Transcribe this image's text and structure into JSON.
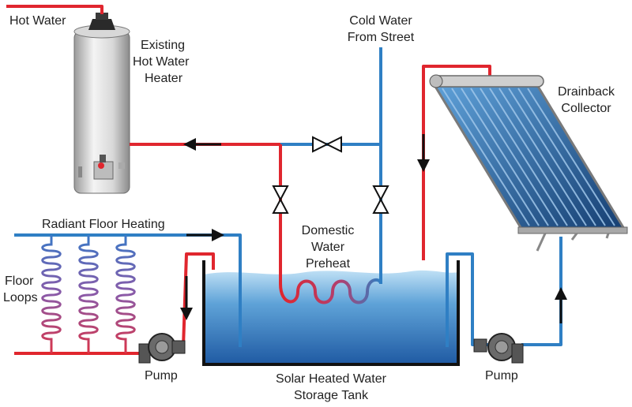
{
  "labels": {
    "hot_water": "Hot Water",
    "existing_heater_1": "Existing",
    "existing_heater_2": "Hot Water",
    "existing_heater_3": "Heater",
    "cold_water_1": "Cold Water",
    "cold_water_2": "From Street",
    "drainback_1": "Drainback",
    "drainback_2": "Collector",
    "radiant_floor": "Radiant Floor Heating",
    "floor_loops_1": "Floor",
    "floor_loops_2": "Loops",
    "domestic_1": "Domestic",
    "domestic_2": "Water",
    "domestic_3": "Preheat",
    "pump_left": "Pump",
    "pump_right": "Pump",
    "tank_1": "Solar Heated Water",
    "tank_2": "Storage Tank"
  },
  "colors": {
    "hot_pipe": "#e0262e",
    "cold_pipe": "#2f7fc4",
    "water_light": "#bfe0f5",
    "water_dark": "#1f63ad",
    "tank_outline": "#111111",
    "collector": "#1e5e9e"
  }
}
